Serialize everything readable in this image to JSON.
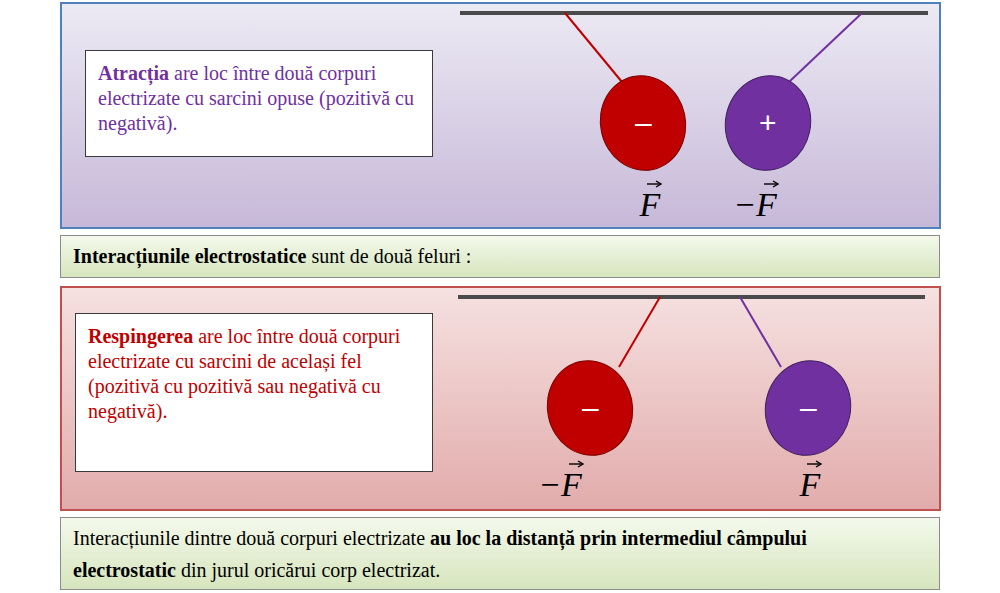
{
  "diagram": {
    "nodes": [
      {
        "text": [
          "Atracția",
          "are loc între două corpuri electrizate cu sarcini opuse (pozitivă cu negativă)."
        ]
      },
      {
        "text": [
          "–"
        ]
      },
      {
        "text": [
          "+"
        ]
      },
      {
        "text": [
          "Interacțiunile electrostatice",
          "sunt de două feluri :"
        ]
      },
      {
        "text": [
          "Respingerea",
          "are loc între două corpuri electrizate cu sarcini de același fel (pozitivă cu pozitivă sau negativă cu negativă)."
        ]
      },
      {
        "text": [
          "–"
        ]
      },
      {
        "text": [
          "–"
        ]
      },
      {
        "text": [
          "Interacțiunile dintre două corpuri electrizate",
          "au loc la distanță prin intermediul câmpului electrostatic",
          "din jurul oricărui corp electrizat."
        ]
      }
    ],
    "labels": [
      "F",
      "−F",
      "−F",
      "F"
    ]
  }
}
